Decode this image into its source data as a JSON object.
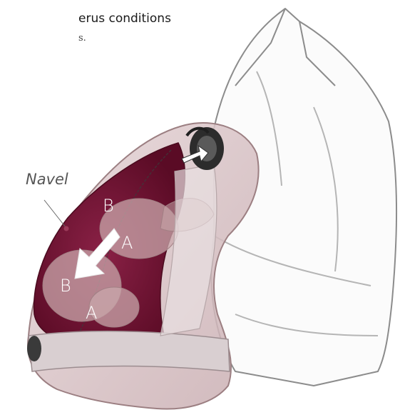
{
  "caption": {
    "title": "erus conditions",
    "subtitle": "s."
  },
  "labels": {
    "navel": "Navel",
    "upper_b": "B",
    "upper_a": "A",
    "lower_b": "B",
    "lower_a": "A"
  },
  "colors": {
    "uterus": "#6e1030",
    "shell": "#d8c3c6",
    "shell_stroke": "#9c7f82",
    "arrow": "#ffffff",
    "body_outline": "#8c8c8c"
  }
}
